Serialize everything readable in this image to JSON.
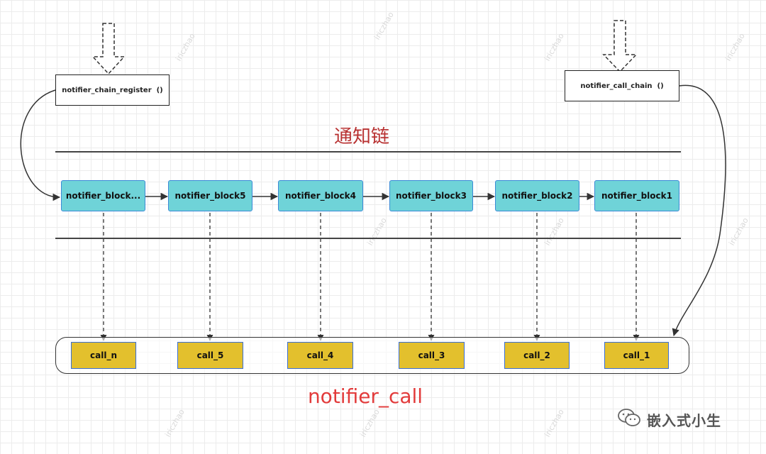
{
  "functions": {
    "register": "notifier_chain_register  ()",
    "call_chain": "notifier_call_chain  ()"
  },
  "chain_title": "通知链",
  "blocks": [
    "notifier_block...",
    "notifier_block5",
    "notifier_block4",
    "notifier_block3",
    "notifier_block2",
    "notifier_block1"
  ],
  "calls": [
    "call_n",
    "call_5",
    "call_4",
    "call_3",
    "call_2",
    "call_1"
  ],
  "bottom_title": "notifier_call",
  "watermark": "iriczhao",
  "brand": {
    "text": "嵌入式小生",
    "icon": "wechat-icon"
  },
  "colors": {
    "block_fill": "#6fd3d8",
    "block_border": "#3b8ad6",
    "call_fill": "#e3c02d",
    "title_red": "#b83232",
    "label_red": "#e23b3b"
  }
}
